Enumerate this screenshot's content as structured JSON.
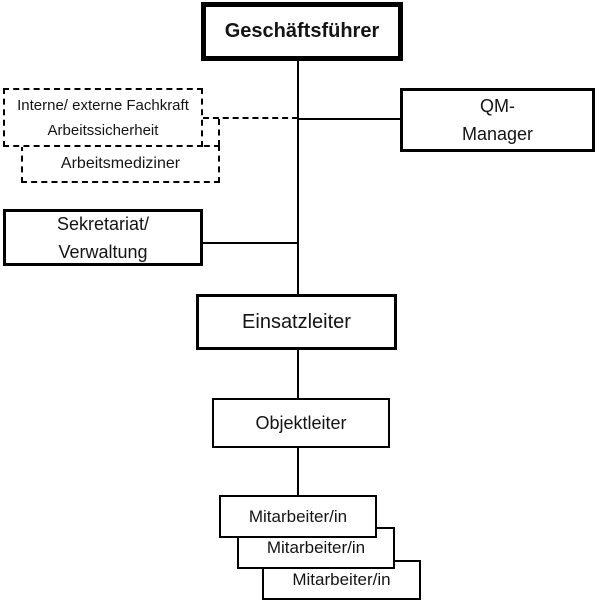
{
  "diagram": {
    "type": "org-chart",
    "language": "de",
    "colors": {
      "background": "#ffffff",
      "line": "#000000",
      "text": "#141414"
    },
    "nodes": {
      "geschaeftsfuehrer": {
        "label": "Geschäftsführer",
        "border": "thick-solid",
        "emphasis": "bold"
      },
      "fachkraft": {
        "label_line1": "Interne/ externe Fachkraft",
        "label_line2": "Arbeitssicherheit",
        "border": "dashed"
      },
      "arbeitsmediziner": {
        "label": "Arbeitsmediziner",
        "border": "dashed"
      },
      "qm_manager": {
        "label_line1": "QM-",
        "label_line2": "Manager",
        "border": "solid"
      },
      "sekretariat": {
        "label_line1": "Sekretariat/",
        "label_line2": "Verwaltung",
        "border": "solid"
      },
      "einsatzleiter": {
        "label": "Einsatzleiter",
        "border": "thick-solid"
      },
      "objektleiter": {
        "label": "Objektleiter",
        "border": "solid"
      },
      "mitarbeiter_1": {
        "label": "Mitarbeiter/in",
        "border": "solid"
      },
      "mitarbeiter_2": {
        "label": "Mitarbeiter/in",
        "border": "solid"
      },
      "mitarbeiter_3": {
        "label": "Mitarbeiter/in",
        "border": "solid"
      }
    },
    "edges": [
      {
        "from": "geschaeftsfuehrer",
        "to": "einsatzleiter",
        "style": "solid"
      },
      {
        "from": "trunk",
        "to": "qm_manager",
        "style": "solid"
      },
      {
        "from": "trunk",
        "to": "fachkraft",
        "style": "dashed"
      },
      {
        "from": "fachkraft_connector",
        "to": "arbeitsmediziner",
        "style": "dashed"
      },
      {
        "from": "trunk",
        "to": "sekretariat",
        "style": "solid"
      },
      {
        "from": "einsatzleiter",
        "to": "objektleiter",
        "style": "solid"
      },
      {
        "from": "objektleiter",
        "to": "mitarbeiter_1",
        "style": "solid"
      }
    ]
  }
}
